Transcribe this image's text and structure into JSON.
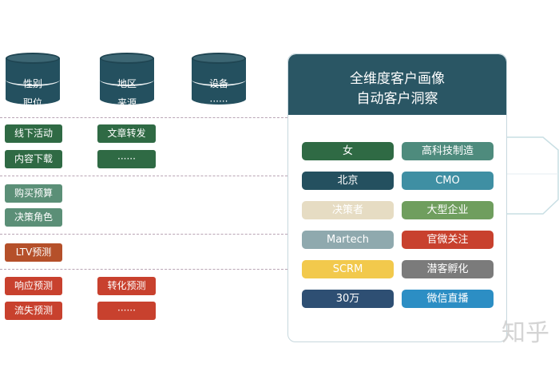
{
  "databases": [
    {
      "line1": "性别",
      "line2": "职位"
    },
    {
      "line1": "地区",
      "line2": "来源"
    },
    {
      "line1": "设备",
      "line2": "······"
    }
  ],
  "left_tags": {
    "activity": "线下活动",
    "article": "文章转发",
    "download": "内容下载",
    "more1": "······",
    "budget": "购买预算",
    "role": "决策角色",
    "ltv": "LTV预测",
    "response": "响应预测",
    "conversion": "转化预测",
    "churn": "流失预测",
    "more2": "······"
  },
  "panel": {
    "title_line1": "全维度客户画像",
    "title_line2": "自动客户洞察",
    "pills": [
      {
        "label": "女",
        "color": "#2f6a44"
      },
      {
        "label": "高科技制造",
        "color": "#4e8b7d"
      },
      {
        "label": "北京",
        "color": "#24505f"
      },
      {
        "label": "CMO",
        "color": "#3f8fa3"
      },
      {
        "label": "决策者",
        "color": "#e6dcc3"
      },
      {
        "label": "大型企业",
        "color": "#6f9e5e"
      },
      {
        "label": "Martech",
        "color": "#8fa9ae"
      },
      {
        "label": "官微关注",
        "color": "#c8412e"
      },
      {
        "label": "SCRM",
        "color": "#f2c94c"
      },
      {
        "label": "潜客孵化",
        "color": "#7b7b7b"
      },
      {
        "label": "30万",
        "color": "#2e4f73"
      },
      {
        "label": "微信直播",
        "color": "#2c8ec4"
      }
    ]
  },
  "watermark": "知乎"
}
